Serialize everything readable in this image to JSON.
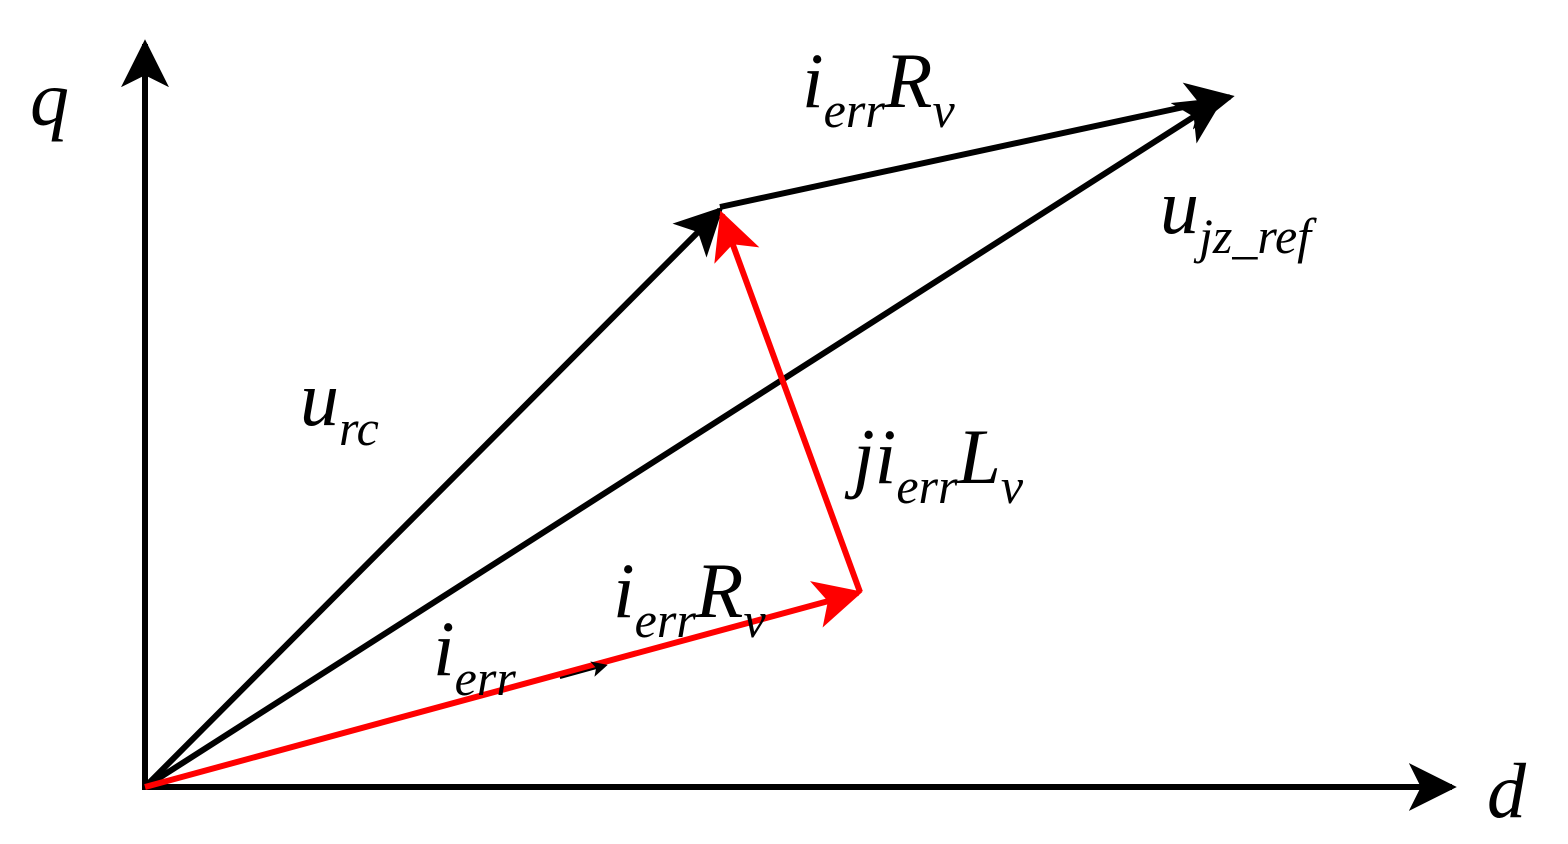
{
  "axes": {
    "q_label": "q",
    "d_label": "d"
  },
  "labels": {
    "ierr_rv_top": {
      "main1": "i",
      "sub1": "err",
      "main2": "R",
      "sub2": "v"
    },
    "ujz_ref": {
      "main": "u",
      "sub": "jz_ref"
    },
    "urc": {
      "main": "u",
      "sub": "rc"
    },
    "j_ierr_lv": {
      "main1": "j",
      "main2": "i",
      "sub2": "err",
      "main3": "L",
      "sub3": "v"
    },
    "ierr_rv_bottom": {
      "main1": "i",
      "sub1": "err",
      "main2": "R",
      "sub2": "v"
    },
    "ierr": {
      "main": "i",
      "sub": "err"
    }
  },
  "colors": {
    "black": "#000000",
    "red": "#ff0000"
  }
}
